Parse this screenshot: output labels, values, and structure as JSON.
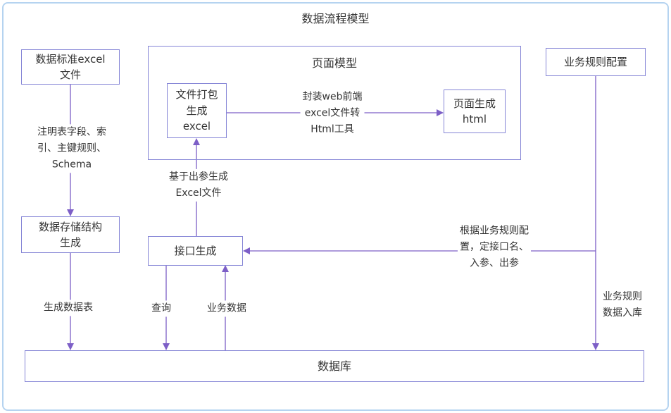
{
  "diagram": {
    "title": "数据流程模型",
    "colors": {
      "frame_border": "#b5d3f0",
      "box_border": "#8585d6",
      "arrow": "#7d5fc7",
      "text": "#333333"
    },
    "nodes": {
      "excel_standard": "数据标准excel\n文件",
      "storage_structure": "数据存储结构\n生成",
      "database": "数据库",
      "page_model_title": "页面模型",
      "file_package": "文件打包\n生成\nexcel",
      "page_html": "页面生成\nhtml",
      "interface_gen": "接口生成",
      "business_rules": "业务规则配置"
    },
    "labels": {
      "schema_note": "注明表字段、索\n引、主键规则、\nSchema",
      "generate_table": "生成数据表",
      "web_tool": "封装web前端\nexcel文件转\nHtml工具",
      "excel_from_output": "基于出参生成\nExcel文件",
      "rules_config_note": "根据业务规则配\n置，定接口名、\n入参、出参",
      "rules_to_db": "业务规则\n数据入库",
      "query": "查询",
      "business_data": "业务数据"
    }
  }
}
